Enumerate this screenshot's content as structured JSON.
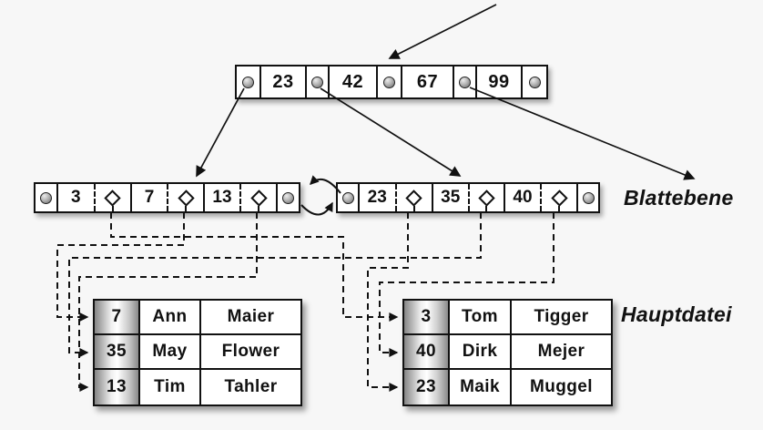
{
  "diagram_type": "b-plus-tree-index",
  "root_node": {
    "keys": [
      "23",
      "42",
      "67",
      "99"
    ]
  },
  "leaf_level": {
    "label": "Blattebene",
    "left_leaf": {
      "keys": [
        "3",
        "7",
        "13"
      ]
    },
    "right_leaf": {
      "keys": [
        "23",
        "35",
        "40"
      ]
    }
  },
  "main_file": {
    "label": "Hauptdatei",
    "left_table": {
      "rows": [
        [
          "7",
          "Ann",
          "Maier"
        ],
        [
          "35",
          "May",
          "Flower"
        ],
        [
          "13",
          "Tim",
          "Tahler"
        ]
      ]
    },
    "right_table": {
      "rows": [
        [
          "3",
          "Tom",
          "Tigger"
        ],
        [
          "40",
          "Dirk",
          "Mejer"
        ],
        [
          "23",
          "Maik",
          "Muggel"
        ]
      ]
    }
  },
  "colors": {
    "background": "#f7f7f7",
    "box_fill": "#ffffff",
    "line": "#111111",
    "pointer_circle": "#9a9a9a",
    "key_column_gradient": [
      "#858585",
      "#ffffff",
      "#8a8a8a"
    ]
  }
}
